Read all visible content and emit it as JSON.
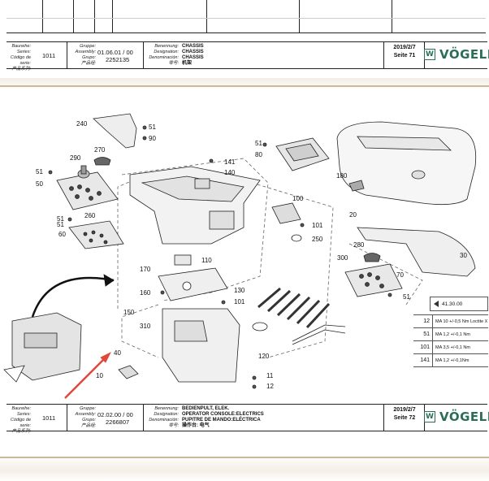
{
  "upper_block": {
    "labels": [
      "Baureihe:",
      "Series:",
      "Código de serie:",
      "产品系列:"
    ],
    "series": "1011",
    "group_labels": [
      "Gruppe:",
      "Assembly:",
      "Grupo:",
      "产品组:"
    ],
    "assembly": "01.06.01 / 00",
    "group": "2252135",
    "name_labels": [
      "Benennung:",
      "Designation:",
      "Denominación:",
      "零号:"
    ],
    "names": [
      "CHASSIS",
      "CHASSIS",
      "CHASSIS",
      "机架"
    ],
    "date": "2019/2/7",
    "page": "Seite 71"
  },
  "lower_block": {
    "labels": [
      "Baureihe:",
      "Series:",
      "Código de serie:",
      "产品系列:"
    ],
    "series": "1011",
    "group_labels": [
      "Gruppe:",
      "Assembly:",
      "Grupo:",
      "产品组:"
    ],
    "assembly": "02.02.00 / 00",
    "group": "2266807",
    "name_labels": [
      "Benennung:",
      "Designation:",
      "Denominación:",
      "零号:"
    ],
    "names": [
      "BEDIENPULT, ELEK.",
      "OPERATOR CONSOLE:ELECTRICS",
      "PUPITRE DE MANDO:ELÉCTRICA",
      "操作台: 电气"
    ],
    "date": "2019/2/7",
    "page": "Seite 72"
  },
  "brand": {
    "name": "VÖGELE",
    "mark": "W",
    "color": "#2c6e55"
  },
  "callouts": [
    "240",
    "51",
    "90",
    "270",
    "290",
    "51",
    "50",
    "51",
    "260",
    "51",
    "60",
    "170",
    "110",
    "160",
    "130",
    "150",
    "101",
    "310",
    "40",
    "10",
    "51",
    "80",
    "141",
    "140",
    "100",
    "101",
    "250",
    "180",
    "20",
    "280",
    "300",
    "70",
    "51",
    "30",
    "120",
    "11",
    "12"
  ],
  "legend": {
    "header": "41.30.00",
    "rows": [
      {
        "num": "12",
        "text": "MA 10 +/-0,5 Nm Loctite X"
      },
      {
        "num": "51",
        "text": "MA 1,2 +/-0,1 Nm"
      },
      {
        "num": "101",
        "text": "MA 3,5 +/-0,1 Nm"
      },
      {
        "num": "141",
        "text": "MA 1,2 +/-0,1Nm"
      }
    ]
  }
}
